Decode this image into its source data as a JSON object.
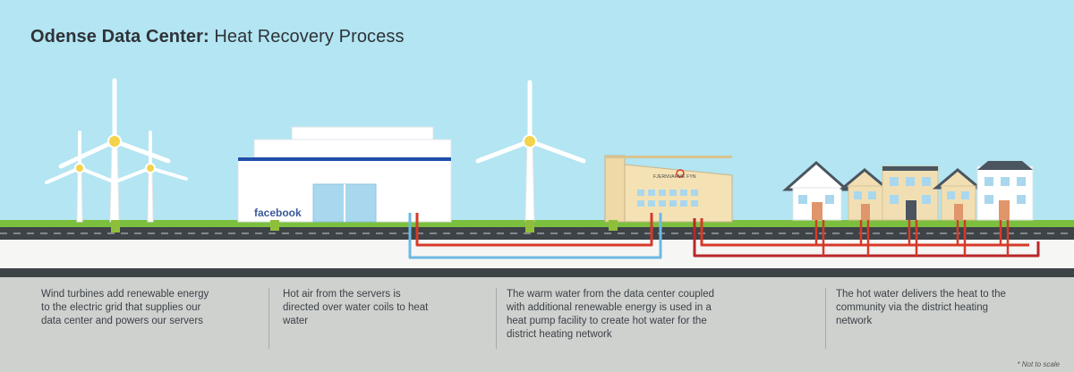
{
  "title": {
    "strong": "Odense Data Center:",
    "rest": " Heat Recovery Process"
  },
  "labels": {
    "datacenter_brand": "facebook",
    "plant_sign": "FJERNVARME FYN"
  },
  "captions": [
    "Wind turbines add renewable energy to the electric grid that supplies our data center and powers our servers",
    "Hot air from the servers is directed over water coils to heat water",
    "The warm water from the data center coupled with additional renewable energy is used in a heat pump facility to create hot water for the district heating network",
    "The hot water delivers the heat to the community via the district heating network"
  ],
  "footnote": "* Not to scale",
  "colors": {
    "sky": "#b3e5f2",
    "grass": "#7cbf3f",
    "hot_pipe": "#d63a2a",
    "cold_pipe": "#6cb9e3",
    "dark_hot_pipe": "#b8272a",
    "panel": "#cfd1cf"
  }
}
